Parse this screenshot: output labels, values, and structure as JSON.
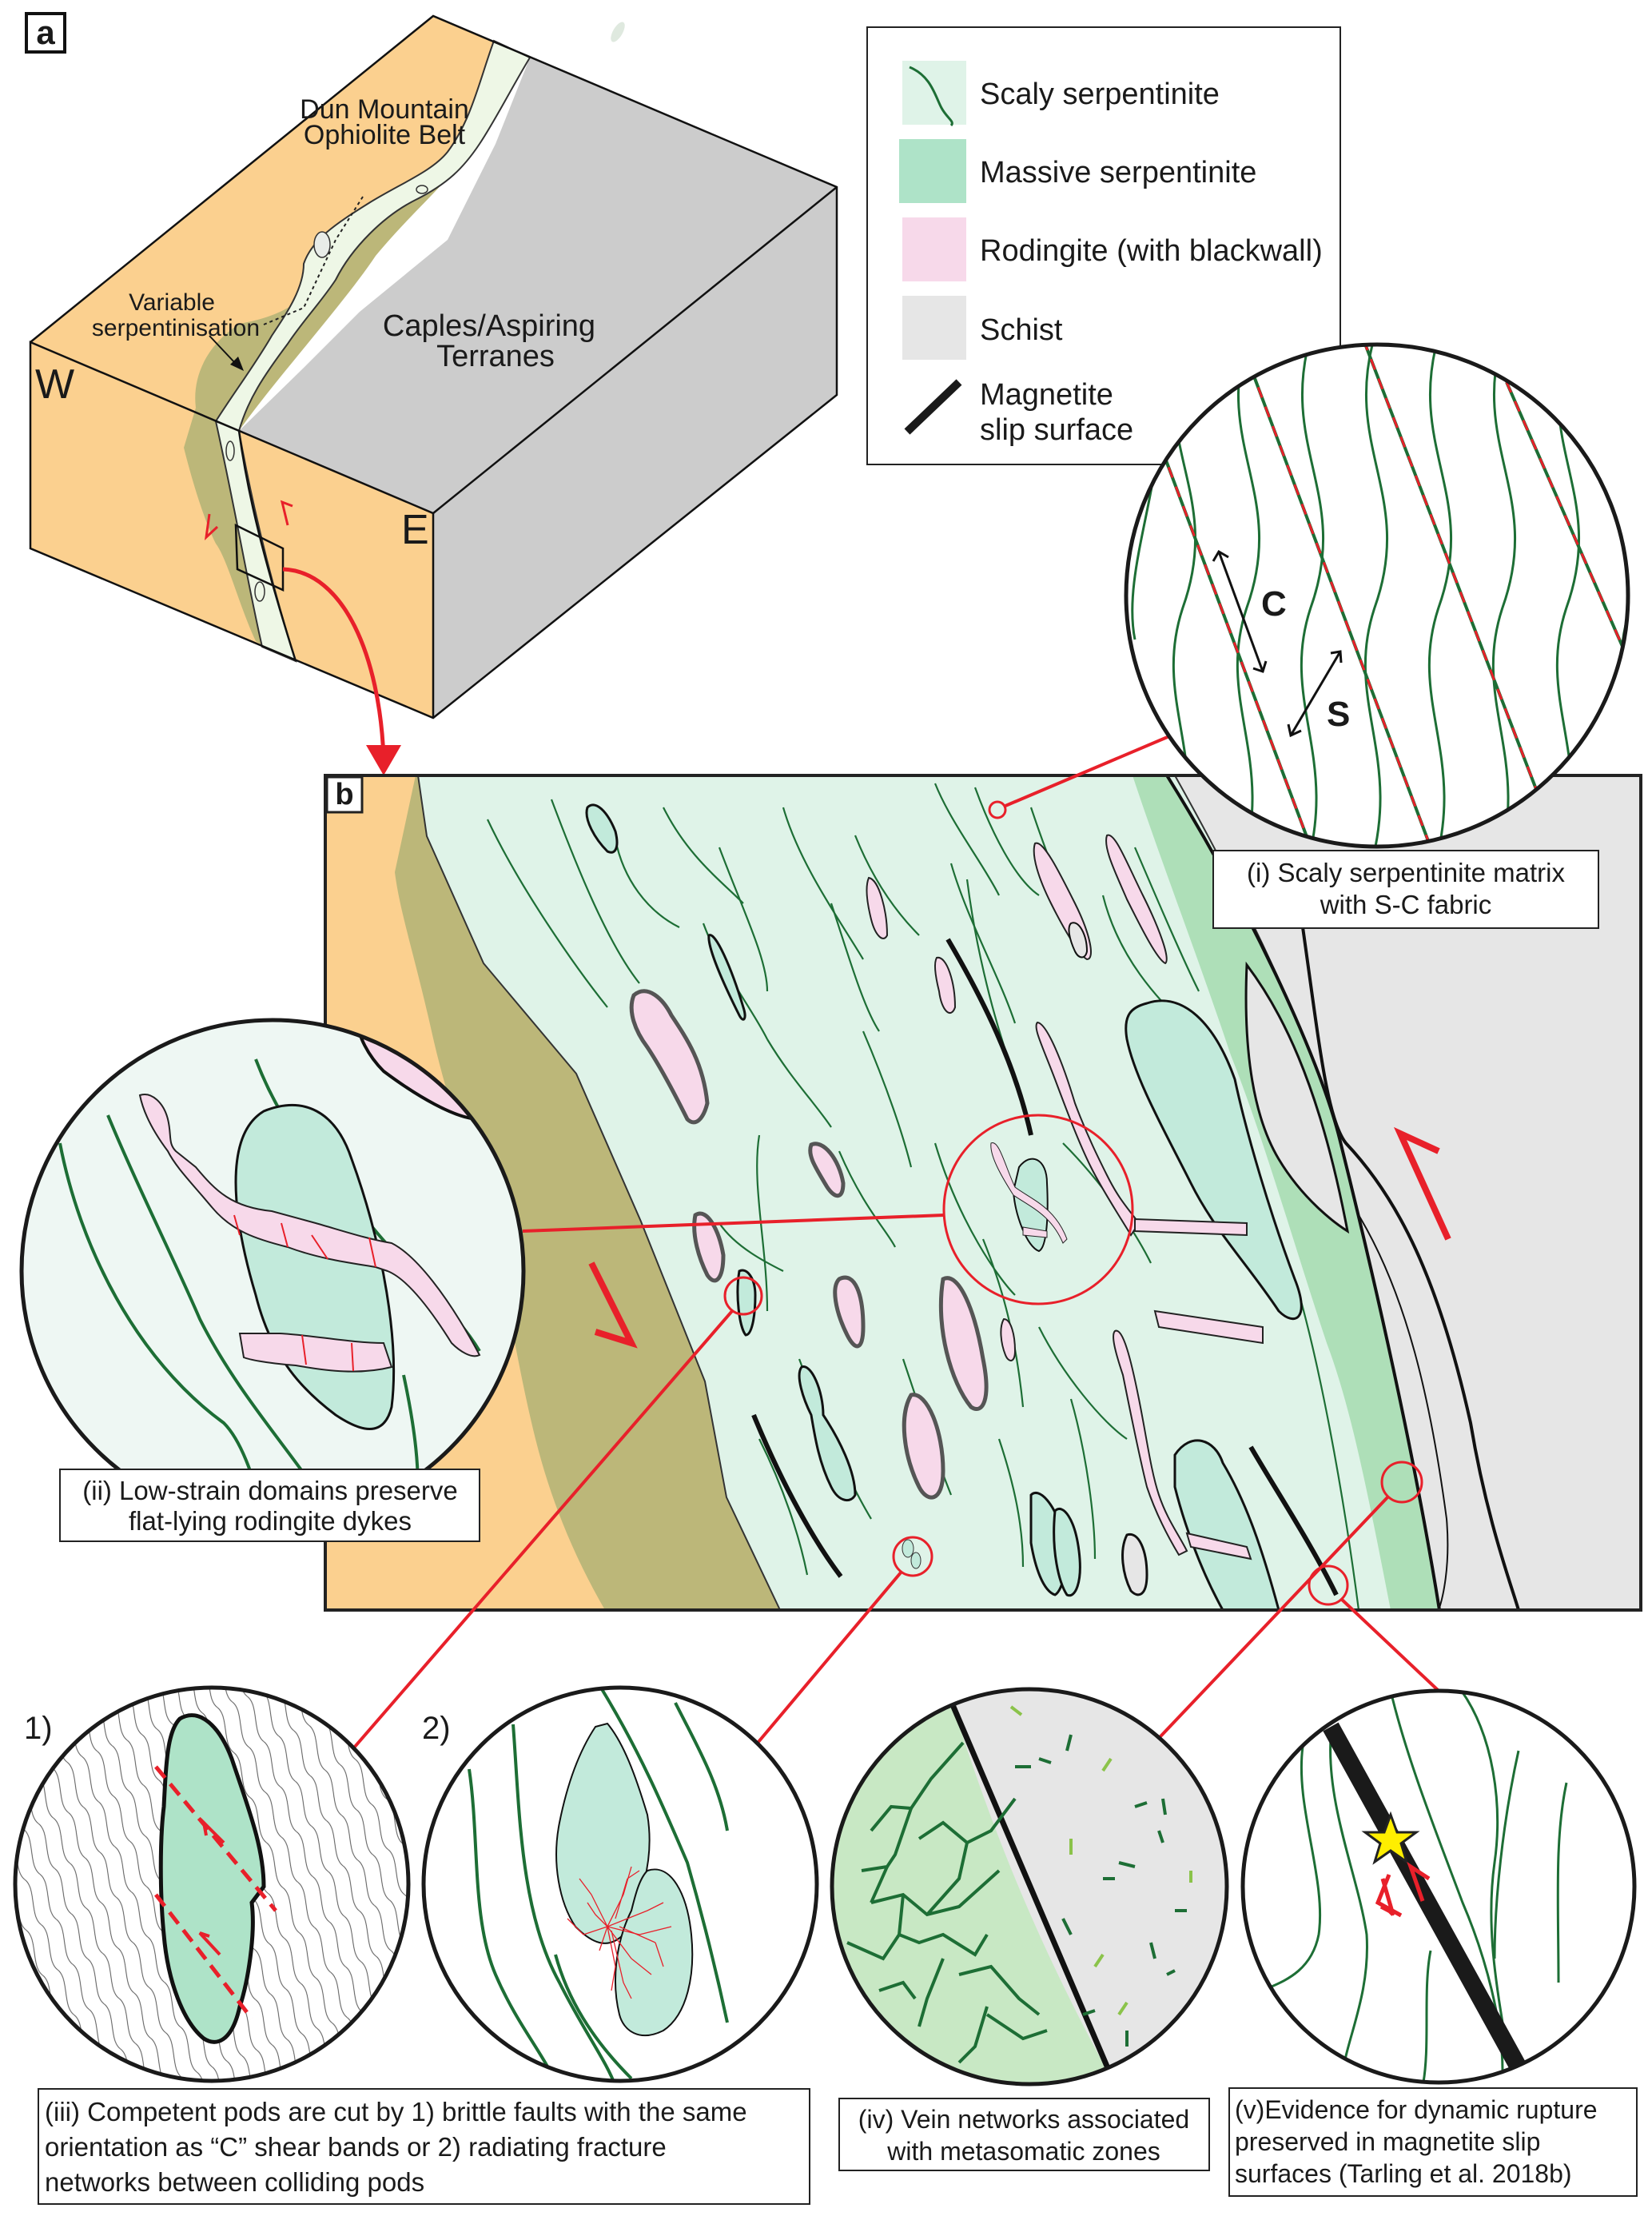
{
  "panel_a": {
    "label": "a",
    "west_label": "W",
    "east_label": "E",
    "belt_label": [
      "Dun Mountain",
      "Ophiolite Belt"
    ],
    "serp_label": [
      "Variable",
      "serpentinisation"
    ],
    "terrane_label": [
      "Caples/Aspiring",
      "Terranes"
    ]
  },
  "legend": {
    "items": [
      {
        "label": "Scaly serpentinite",
        "swatch": "#dff3e8",
        "icon": "green-curve-icon"
      },
      {
        "label": "Massive serpentinite",
        "swatch": "#aee3c8",
        "icon": "none"
      },
      {
        "label": "Rodingite (with blackwall)",
        "swatch": "#f7d9ea",
        "icon": "none"
      },
      {
        "label": "Schist",
        "swatch": "#e6e6e6",
        "icon": "none"
      },
      {
        "label": [
          "Magnetite",
          "slip surface"
        ],
        "swatch": "#ffffff",
        "icon": "black-bar-icon"
      }
    ]
  },
  "panel_b": {
    "label": "b"
  },
  "insets": {
    "i": {
      "lines": [
        "(i) Scaly serpentinite matrix",
        "with S-C fabric"
      ],
      "c_label": "C",
      "s_label": "S"
    },
    "ii": {
      "lines": [
        "(ii) Low-strain domains preserve",
        "flat-lying rodingite dykes"
      ]
    },
    "iii": {
      "marker_1": "1)",
      "marker_2": "2)",
      "lines": [
        "(iii) Competent pods are cut by 1) brittle faults  with the same",
        "orientation as “C” shear bands  or 2) radiating fracture",
        "networks between colliding pods"
      ]
    },
    "iv": {
      "lines": [
        "(iv) Vein networks associated",
        "with metasomatic zones"
      ]
    },
    "v": {
      "lines": [
        "(v)Evidence for dynamic rupture",
        "preserved in magnetite slip",
        "surfaces (Tarling et al. 2018b)"
      ]
    }
  },
  "colors": {
    "ophiolite": "#fbd08f",
    "serpentinisation": "#bcb779",
    "scaly_serpentinite": "#dff3e8",
    "massive_pod": "#c2eadb",
    "massive_band": "#aedfb8",
    "rodingite": "#f7d9ea",
    "schist": "#e6e6e6",
    "terrane": "#cccccc",
    "connector": "#e8202a",
    "star": "#ffee00"
  }
}
